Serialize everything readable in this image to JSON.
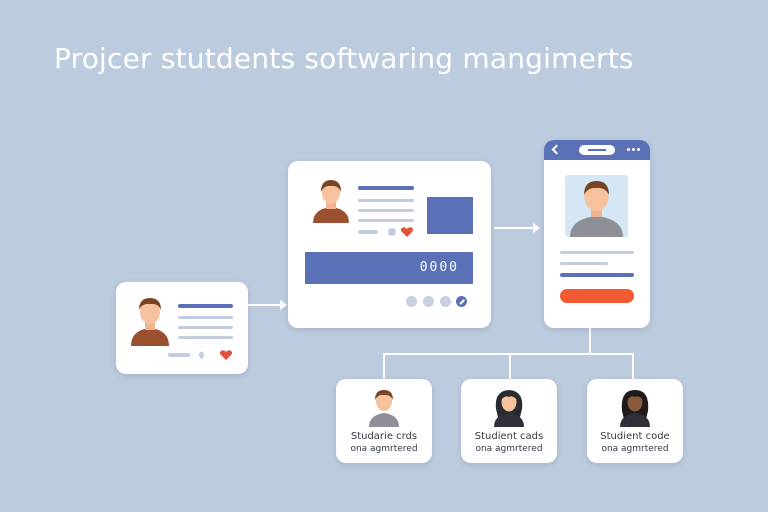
{
  "title": "Projcer stutdents softwaring mangimerts",
  "dashboard": {
    "code": "0000"
  },
  "student_cards": [
    {
      "line1": "Studarie crds",
      "line2": "ona agmrtered"
    },
    {
      "line1": "Studient cads",
      "line2": "ona agmrtered"
    },
    {
      "line1": "Studient code",
      "line2": "ona agmrtered"
    }
  ],
  "colors": {
    "background": "#bccbde",
    "accent_blue": "#5a70b7",
    "accent_orange": "#f15a32",
    "heart_red": "#e2533a"
  }
}
